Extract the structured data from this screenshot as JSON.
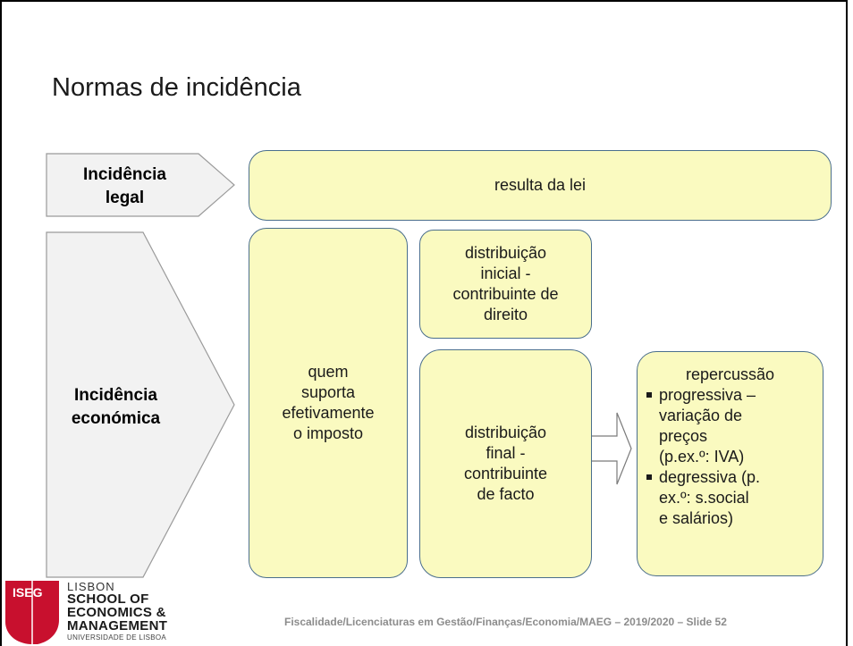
{
  "title": "Normas de incidência",
  "legal": {
    "label_line1": "Incidência",
    "label_line2": "legal",
    "box": "resulta da lei"
  },
  "economica": {
    "label_line1": "Incidência",
    "label_line2": "económica",
    "quem": [
      "quem",
      "suporta",
      "efetivamente",
      "o imposto"
    ],
    "inicial": [
      "distribuição",
      "inicial -",
      "contribuinte de",
      "direito"
    ],
    "final": [
      "distribuição",
      "final -",
      "contribuinte",
      "de facto"
    ],
    "repercussao": {
      "title": "repercussão",
      "items": [
        [
          "progressiva –",
          "variação de",
          "preços",
          "(p.ex.º: IVA)"
        ],
        [
          "degressiva (p.",
          "ex.º: s.social",
          "e salários)"
        ]
      ]
    }
  },
  "logo": {
    "mark": "ISEG",
    "line1": "LISBON",
    "line2": "SCHOOL OF",
    "line3": "ECONOMICS &",
    "line4": "MANAGEMENT",
    "line5": "UNIVERSIDADE DE LISBOA"
  },
  "footer": "Fiscalidade/Licenciaturas em Gestão/Finanças/Economia/MAEG – 2019/2020 – Slide 52",
  "colors": {
    "box_fill": "#fafac0",
    "box_border": "#4a6e8c",
    "chevron_fill": "#f2f2f2",
    "logo_red": "#c8102e"
  }
}
